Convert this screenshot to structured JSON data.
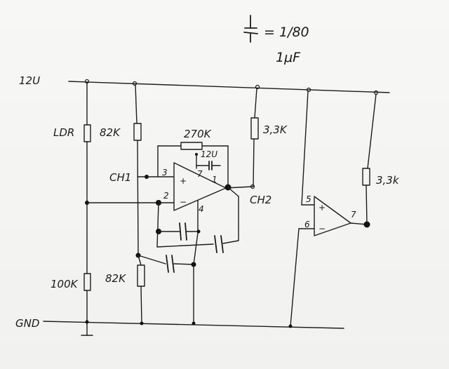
{
  "legend": {
    "equation": "= 1/80",
    "capacitance": "1μF"
  },
  "rails": {
    "supply": "12U",
    "ground": "GND"
  },
  "components": {
    "ldr": "LDR",
    "r_top_left": "82K",
    "r_feedback": "270K",
    "r_ch2": "3,3K",
    "r_right": "3,3k",
    "r_bottom_left": "100K",
    "r_bottom_mid": "82K"
  },
  "nets": {
    "ch1": "CH1",
    "ch2": "CH2",
    "opamp_supply": "12U"
  },
  "opamp1": {
    "pin3": "3",
    "pin2": "2",
    "pin7": "7",
    "pin1": "1",
    "pin4": "4",
    "plus": "+",
    "minus": "−"
  },
  "opamp2": {
    "pin5": "5",
    "pin6": "6",
    "pin7": "7",
    "plus": "+",
    "minus": "−"
  }
}
